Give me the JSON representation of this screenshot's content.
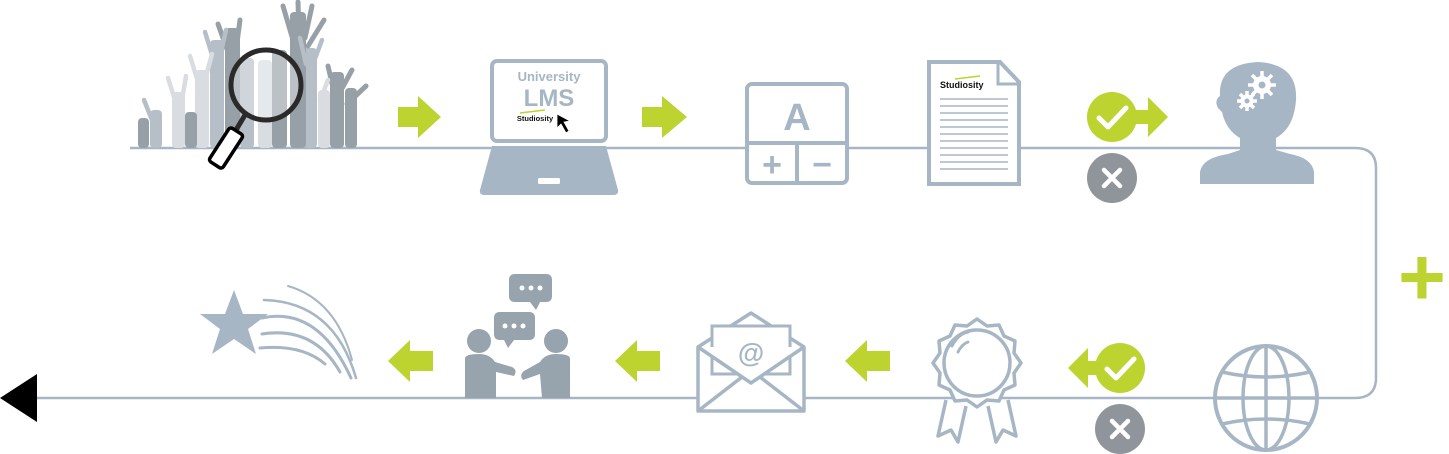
{
  "colors": {
    "line": "#a7b6c4",
    "icon": "#a7b6c4",
    "icon_dark": "#97a3ad",
    "accent": "#bcd330",
    "reject": "#8f959b",
    "black": "#000000"
  },
  "laptop": {
    "line1": "University",
    "line2": "LMS",
    "brand": "Studiosity"
  },
  "calculator": {
    "letter": "A",
    "plus": "+",
    "minus": "−"
  },
  "document": {
    "brand": "Studiosity"
  },
  "email": {
    "symbol": "@"
  },
  "plus_connector": "+"
}
